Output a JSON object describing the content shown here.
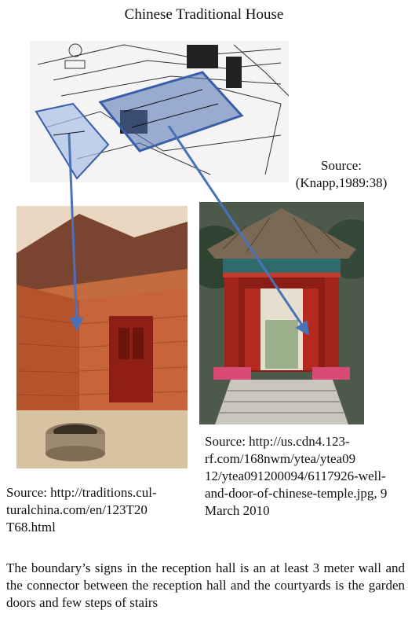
{
  "title": "Chinese Traditional House",
  "sketch_caption": {
    "line1": "Source:",
    "line2": "(Knapp,1989:38)"
  },
  "left_photo_caption": "Source: http://traditions.cul-turalchina.com/en/123T20 T68.html",
  "right_photo_caption": "Source: http://us.cdn4.123-rf.com/168nwm/ytea/ytea09 12/ytea091200094/6117926-well-and-door-of-chinese-temple.jpg, 9 March 2010",
  "body_text": "The boundary’s signs in the reception hall is an at least 3 meter wall and the connector between the reception hall and the courtyards is the garden doors and few steps of stairs",
  "colors": {
    "arrow": "#4a72b8",
    "highlight": "#3b5ea8",
    "brick": "#b5532c",
    "door_red": "#a3241b",
    "roof_tile": "#7a6a55"
  }
}
